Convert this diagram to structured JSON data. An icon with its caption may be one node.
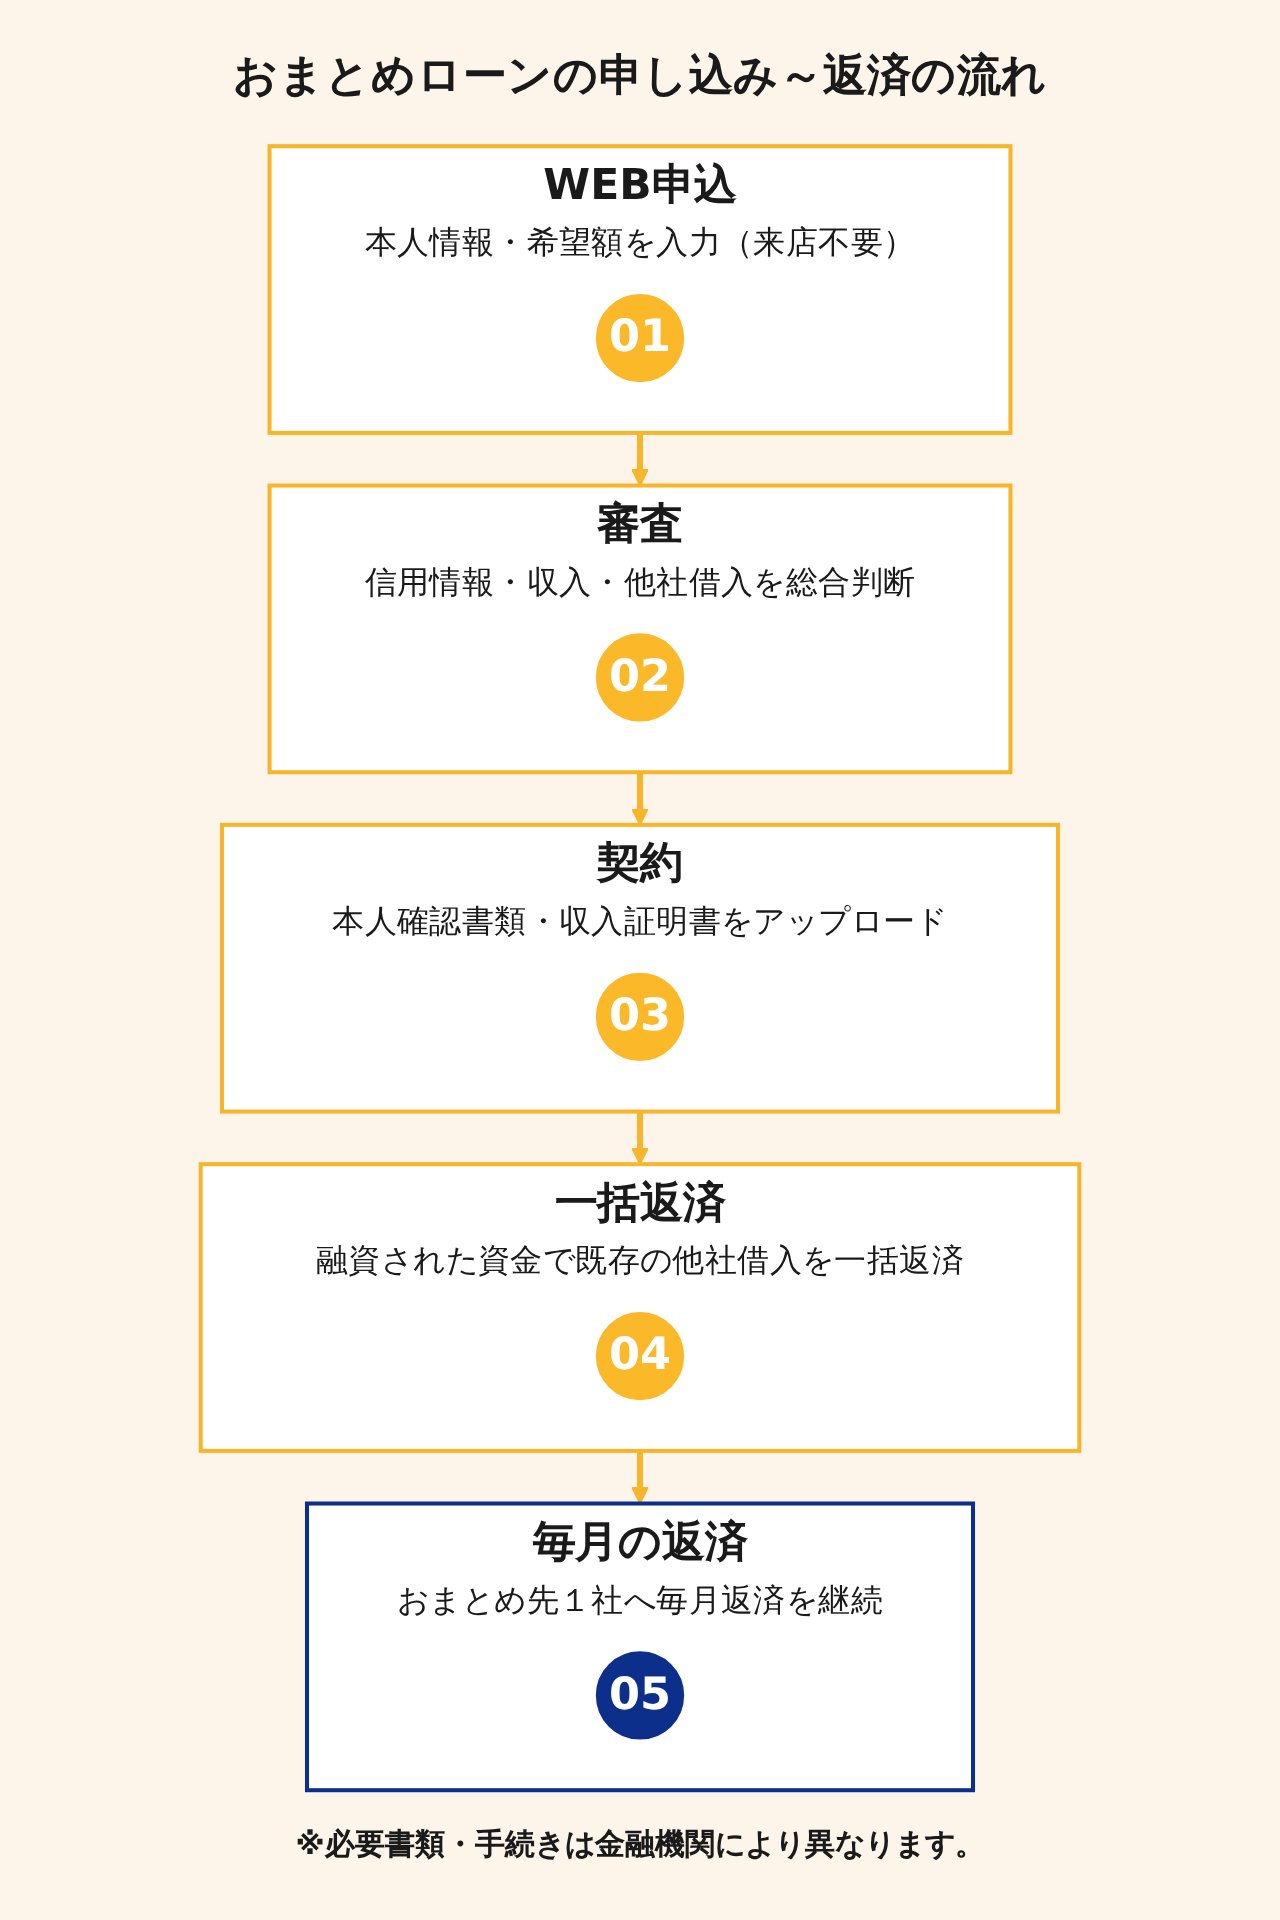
{
  "diagram": {
    "title": "おまとめローンの申し込み～返済の流れ",
    "nodes": [
      {
        "text": [
          "WEB申込",
          "本人情報・希望額を入力（来店不要）"
        ]
      },
      {
        "text": [
          "01"
        ],
        "in": 0
      },
      {
        "text": [
          "審査",
          "信用情報・収入・他社借入を総合判断"
        ]
      },
      {
        "text": [
          "02"
        ],
        "in": 2
      },
      {
        "text": [
          "契約",
          "本人確認書類・収入証明書をアップロード"
        ]
      },
      {
        "text": [
          "03"
        ],
        "in": 4
      },
      {
        "text": [
          "一括返済",
          "融資された資金で既存の他社借入を一括返済"
        ]
      },
      {
        "text": [
          "04"
        ],
        "in": 6
      },
      {
        "text": [
          "毎月の返済",
          "おまとめ先１社へ毎月返済を継続"
        ]
      },
      {
        "text": [
          "05"
        ],
        "in": 8
      }
    ],
    "edges": [
      {
        "from": 0,
        "to": 2,
        "arrow": "to"
      },
      {
        "from": 2,
        "to": 4,
        "arrow": "to"
      },
      {
        "from": 4,
        "to": 6,
        "arrow": "to"
      },
      {
        "from": 6,
        "to": 8,
        "arrow": "to"
      }
    ],
    "caption": "※必要書類・手続きは金融機関により異なります。"
  }
}
